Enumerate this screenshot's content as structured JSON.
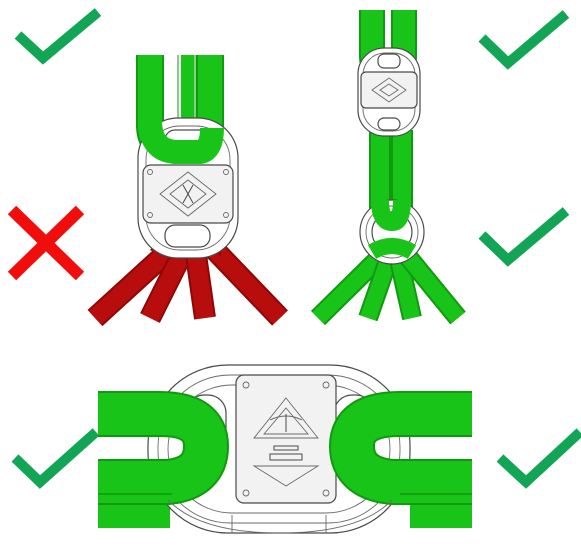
{
  "title": "",
  "colors": {
    "correct": "#12a556",
    "incorrect": "#f20d0d",
    "sling_ok": "#18c418",
    "sling_ok_dark": "#0f9a0f",
    "sling_bad": "#b70d0d",
    "sling_bad_dark": "#8d0707"
  },
  "panels": [
    {
      "id": "top-left-correct",
      "verdict": "correct",
      "icon": "check-mark-icon"
    },
    {
      "id": "top-left-incorrect",
      "verdict": "incorrect",
      "icon": "cross-mark-icon"
    },
    {
      "id": "top-right-correct",
      "verdict": "correct",
      "icon": "check-mark-icon"
    },
    {
      "id": "top-right-lower-correct",
      "verdict": "correct",
      "icon": "check-mark-icon"
    },
    {
      "id": "bottom-left-correct",
      "verdict": "correct",
      "icon": "check-mark-icon"
    },
    {
      "id": "bottom-right-correct",
      "verdict": "correct",
      "icon": "check-mark-icon"
    }
  ]
}
